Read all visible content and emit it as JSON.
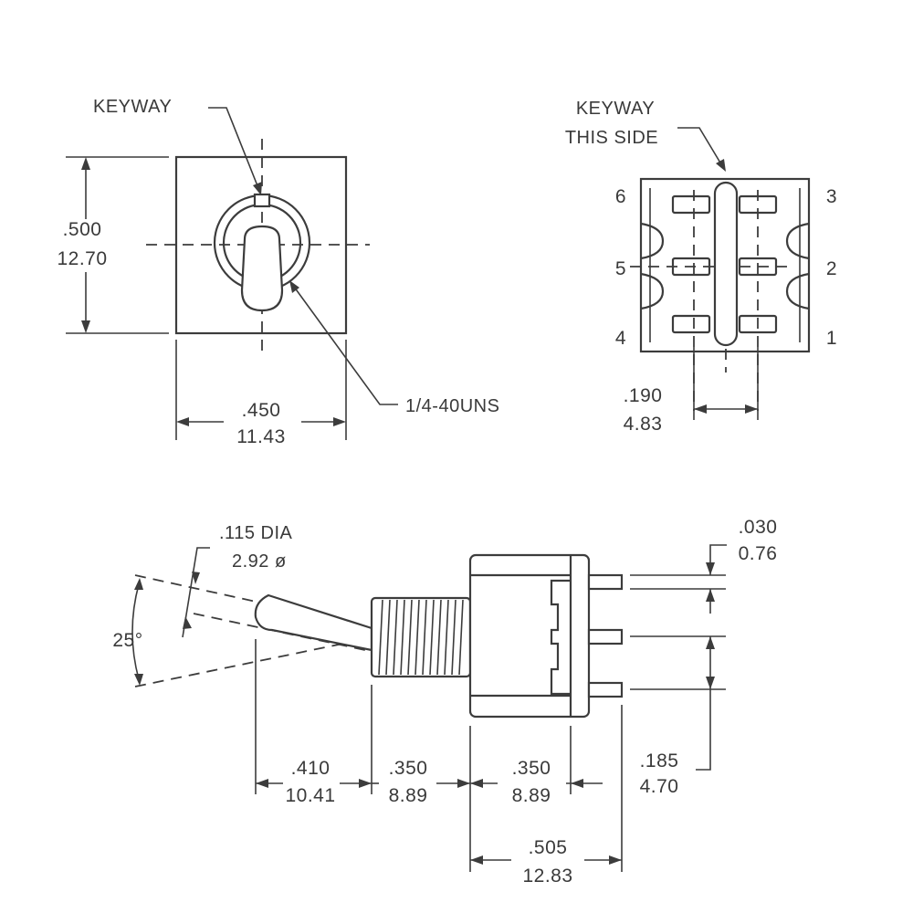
{
  "front_view": {
    "keyway_label": "KEYWAY",
    "height_in": ".500",
    "height_mm": "12.70",
    "width_in": ".450",
    "width_mm": "11.43",
    "thread_label": "1/4-40UNS"
  },
  "rear_view": {
    "keyway_label_line1": "KEYWAY",
    "keyway_label_line2": "THIS SIDE",
    "pins": [
      "6",
      "5",
      "4",
      "3",
      "2",
      "1"
    ],
    "spacing_in": ".190",
    "spacing_mm": "4.83"
  },
  "side_view": {
    "dia_label_line1": ".115 DIA",
    "dia_label_line2": "2.92 ø",
    "angle_label": "25°",
    "dim1_in": ".410",
    "dim1_mm": "10.41",
    "dim2_in": ".350",
    "dim2_mm": "8.89",
    "dim3_in": ".350",
    "dim3_mm": "8.89",
    "dim4_in": ".185",
    "dim4_mm": "4.70",
    "dim5_in": ".030",
    "dim5_mm": "0.76",
    "dim6_in": ".505",
    "dim6_mm": "12.83"
  }
}
